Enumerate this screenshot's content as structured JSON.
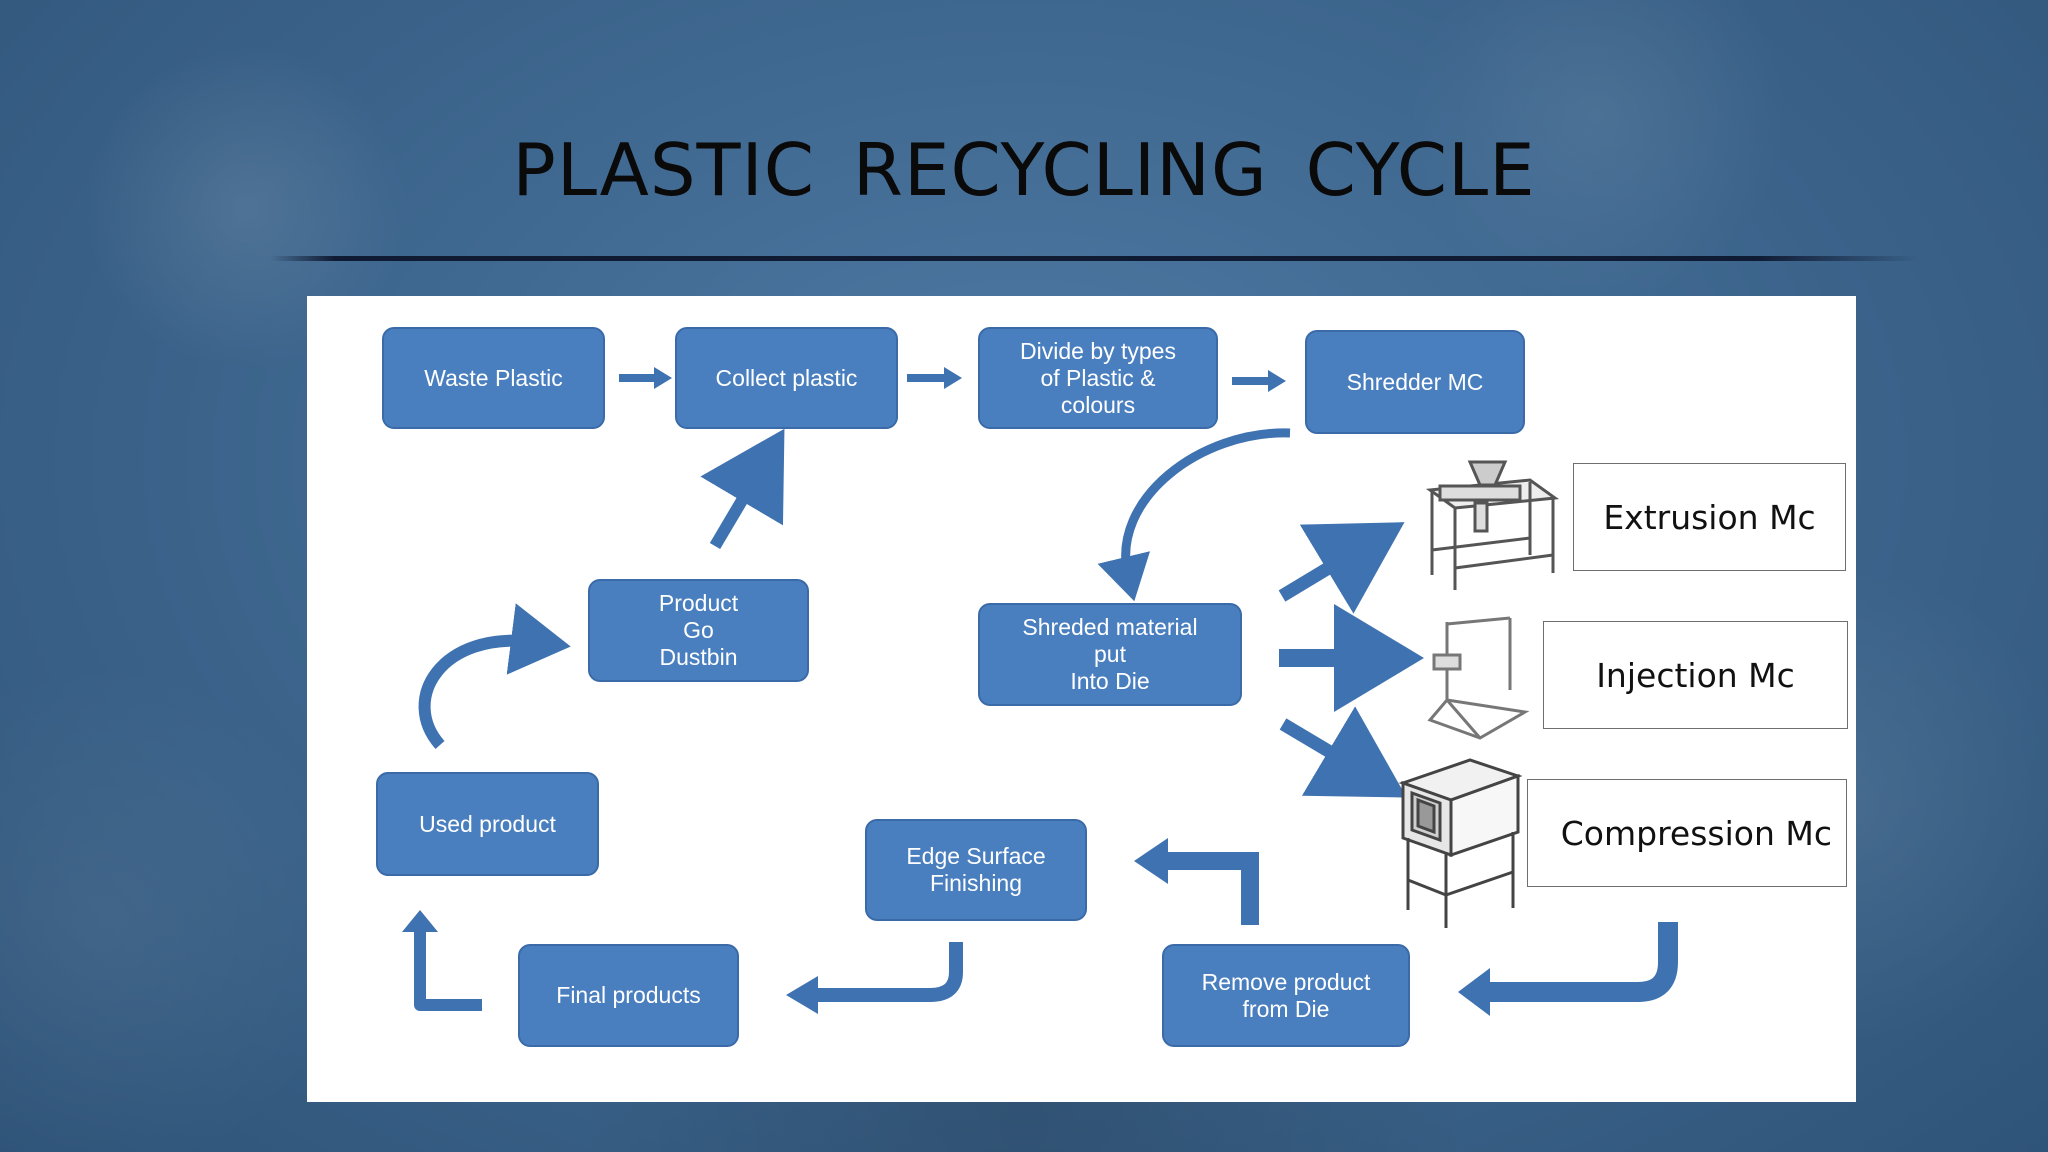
{
  "title": "PLASTIC  RECYCLING  CYCLE",
  "steps": {
    "waste_plastic": "Waste  Plastic",
    "collect_plastic": "Collect plastic",
    "divide_by_types": "Divide by types\nof Plastic  &\ncolours",
    "shredder_mc": "Shredder MC",
    "product_dustbin": "Product\nGo\nDustbin",
    "shreded_material": "Shreded material\nput\nInto Die",
    "used_product": "Used product",
    "edge_surface_finishing": "Edge Surface\nFinishing",
    "final_products": "Final products",
    "remove_product": "Remove product\nfrom Die"
  },
  "machines": {
    "extrusion": "Extrusion Mc",
    "injection": "Injection Mc",
    "compression": "Compression Mc"
  },
  "colors": {
    "box_fill": "#4a7fbf",
    "arrow_fill": "#3f72b0",
    "background": "#3f6890"
  }
}
